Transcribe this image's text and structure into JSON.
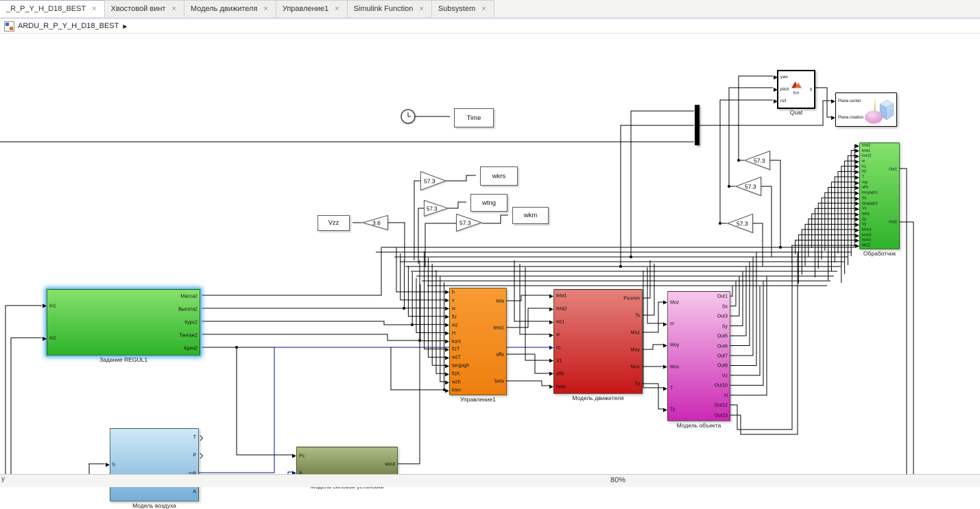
{
  "tabs": [
    {
      "label": "_R_P_Y_H_D18_BEST",
      "active": true
    },
    {
      "label": "Хвостовой винт",
      "active": false
    },
    {
      "label": "Модель движителя",
      "active": false
    },
    {
      "label": "Управление1",
      "active": false
    },
    {
      "label": "Simulink Function",
      "active": false
    },
    {
      "label": "Subsystem",
      "active": false
    }
  ],
  "tab_close_glyph": "×",
  "breadcrumb": {
    "model": "ARDU_R_P_Y_H_D18_BEST",
    "arrow": "▶"
  },
  "status": {
    "left": "y",
    "zoom": "80%"
  },
  "canvas": {
    "displays": [
      {
        "id": "time",
        "label": "Time"
      },
      {
        "id": "wkrs",
        "label": "wkrs"
      },
      {
        "id": "wtng",
        "label": "wtng"
      },
      {
        "id": "wkm",
        "label": "wkm"
      },
      {
        "id": "vzz",
        "label": "Vzz"
      }
    ],
    "gains": [
      {
        "value": "57.3",
        "dir": "right"
      },
      {
        "value": "57.3",
        "dir": "right"
      },
      {
        "value": "57.3",
        "dir": "right"
      },
      {
        "value": "3.6",
        "dir": "left"
      },
      {
        "value": "57.3",
        "dir": "left"
      },
      {
        "value": "57.3",
        "dir": "left"
      },
      {
        "value": "57.3",
        "dir": "left"
      }
    ],
    "blocks": {
      "zadanie": {
        "label": "Задание REGUL1",
        "selected": true,
        "color": [
          "#86e16c",
          "#2db32a"
        ],
        "inputs": [
          "In1",
          "In2"
        ],
        "outputs": [
          "Масса2",
          "Высота2",
          "Курс2",
          "Тангаж2",
          "Крен2"
        ]
      },
      "upravlenie": {
        "label": "Управление1",
        "color": [
          "#f89b33",
          "#ee7f0e"
        ],
        "inputs": [
          "h",
          "v",
          "w",
          "fiz",
          "wz",
          "H",
          "kurs",
          "fizT",
          "wzT",
          "tangagh",
          "fizK",
          "wzK",
          "kren"
        ],
        "outputs": [
          "teta",
          "teta1",
          "alfa",
          "beta"
        ]
      },
      "dvizhitel": {
        "label": "Модель движителя",
        "color": [
          "#e4827c",
          "#c61616"
        ],
        "inputs": [
          "teta1",
          "teta2",
          "wz1",
          "w",
          "ro",
          "V1",
          "alfa",
          "beta"
        ],
        "navy_inputs": [
          4
        ],
        "outputs": [
          "Psumm",
          "Ts",
          "Moz",
          "Moy",
          "Mox",
          "Ty"
        ]
      },
      "objekt": {
        "label": "Модель объекта",
        "color": [
          "#f7c7ec",
          "#cb28b4"
        ],
        "inputs": [
          "Moz",
          "m",
          "Moy",
          "Mox",
          "T",
          "Ty"
        ],
        "outputs": [
          "Out1",
          "Sx",
          "Out3",
          "Sy",
          "Out5",
          "Out6",
          "Out7",
          "Out8",
          "Vz",
          "Out10",
          "H",
          "Out12",
          "Out13"
        ]
      },
      "obrabotchik": {
        "label": "Обработчик",
        "color": [
          "#86e16c",
          "#2db32a"
        ],
        "inputs": [
          "teta2",
          "teta1",
          "kurs2",
          "w",
          "h1",
          "h2",
          "T",
          "mg",
          "alfa",
          "tangagh1",
          "Sx",
          "tangagh2",
          "Vx",
          "beta",
          "Sy",
          "Vy",
          "kren1",
          "kren2",
          "kurs1",
          "MCZ"
        ],
        "outputs": [
          "Out1",
          "Out2"
        ]
      },
      "vozduh": {
        "label": "Модель воздуха",
        "color": [
          "#cfe9f8",
          "#77aed6"
        ],
        "inputs": [
          "h"
        ],
        "outputs": [
          "T",
          "P",
          "roB",
          "A"
        ],
        "open_outputs": [
          0,
          1
        ]
      },
      "silovaya": {
        "label": "Модель силовой установки",
        "color": [
          "#aebd85",
          "#68763f"
        ],
        "inputs": [
          "Pc",
          "A"
        ],
        "navy_inputs": [
          1
        ],
        "outputs": [
          "wout"
        ]
      },
      "quat": {
        "label": "Quat",
        "fcn": "fcn",
        "inputs": [
          "yaw",
          "pitch",
          "roll"
        ],
        "outputs": [
          "q"
        ]
      },
      "plane": {
        "label": "",
        "inputs": [
          "Plane.center",
          "Plane.rotation"
        ],
        "outputs": []
      }
    },
    "wire_color": "#000000",
    "navy_wire_color": "#001080",
    "selection_color": "#79c6f2"
  }
}
